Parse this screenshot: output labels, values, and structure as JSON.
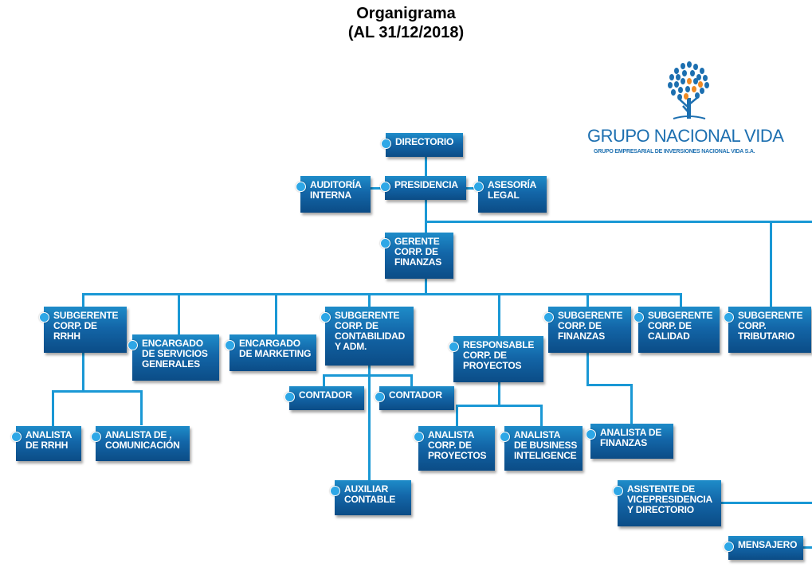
{
  "title": "Organigrama",
  "subtitle": "(AL 31/12/2018)",
  "logo": {
    "name": "GRUPO NACIONAL VIDA",
    "subtitle": "GRUPO EMPRESARIAL DE INVERSIONES NACIONAL VIDA S.A."
  },
  "colors": {
    "box": "#1366a8",
    "line": "#1a98d5",
    "dot": "#2ea7e6",
    "brand": "#1c6fb0"
  },
  "nodes": {
    "directorio": "DIRECTORIO",
    "auditoria": "AUDITORÍA\nINTERNA",
    "presidencia": "PRESIDENCIA",
    "asesoria": "ASESORÍA\nLEGAL",
    "gerente": "GERENTE\nCORP. DE\nFINANZAS",
    "sub_rrhh": "SUBGERENTE\nCORP. DE\nRRHH",
    "enc_servicios": "ENCARGADO\nDE SERVICIOS\nGENERALES",
    "enc_marketing": "ENCARGADO\nDE MARKETING",
    "sub_contabilidad": "SUBGERENTE\nCORP. DE\nCONTABILIDAD\nY ADM.",
    "resp_proyectos": "RESPONSABLE\nCORP. DE\nPROYECTOS",
    "sub_finanzas": "SUBGERENTE\nCORP. DE\nFINANZAS",
    "sub_calidad": "SUBGERENTE\nCORP. DE\nCALIDAD",
    "sub_tributario": "SUBGERENTE\nCORP.\nTRIBUTARIO",
    "contador1": "CONTADOR",
    "contador2": "CONTADOR",
    "analista_rrhh": "ANALISTA\nDE RRHH",
    "analista_com": "ANALISTA DE ,\nCOMUNICACIÓN",
    "analista_proy": "ANALISTA\nCORP. DE\nPROYECTOS",
    "analista_bi": "ANALISTA\nDE BUSINESS\nINTELIGENCE",
    "analista_fin": "ANALISTA DE\nFINANZAS",
    "auxiliar": "AUXILIAR\nCONTABLE",
    "asistente": "ASISTENTE DE\nVICEPRESIDENCIA\nY DIRECTORIO",
    "mensajero": "MENSAJERO"
  }
}
